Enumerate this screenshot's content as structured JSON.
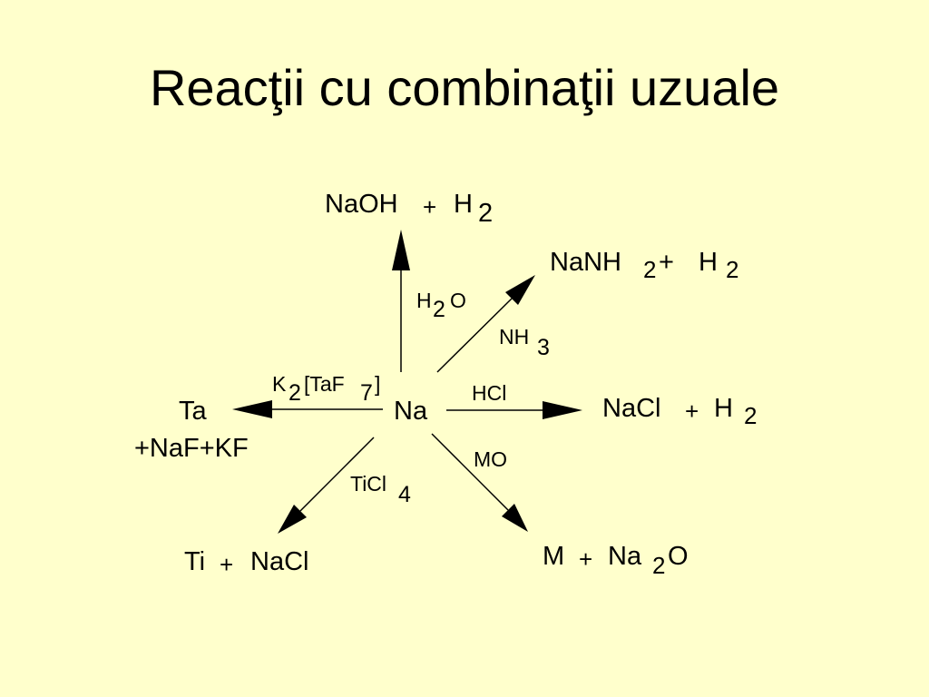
{
  "title": "Reacţii cu combinaţii uzuale",
  "diagram": {
    "center": "Na",
    "products": {
      "up": {
        "main": "NaOH",
        "plus": "+",
        "h": "H",
        "sub": "2"
      },
      "upright": {
        "main": "NaNH",
        "sub1": "2",
        "plus": "+",
        "h": "H",
        "sub2": "2"
      },
      "right": {
        "main": "NaCl",
        "plus": "+",
        "h": "H",
        "sub": "2"
      },
      "downright": {
        "m": "M",
        "plus": "+",
        "na": "Na",
        "sub": "2",
        "o": "O"
      },
      "downleft": {
        "ti": "Ti",
        "plus": "+",
        "nacl": "NaCl"
      },
      "left": {
        "line1": "Ta",
        "line2": "+NaF+KF"
      }
    },
    "reagents": {
      "up": {
        "h": "H",
        "sub": "2",
        "o": "O"
      },
      "upright": {
        "nh": "NH",
        "sub": "3"
      },
      "right": {
        "text": "HCl"
      },
      "downright": {
        "text": "MO"
      },
      "downleft": {
        "ticl": "TiCl",
        "sub": "4"
      },
      "left": {
        "k": "K",
        "sub1": "2",
        "mid": "[TaF",
        "sub2": "7",
        "end": "]"
      }
    }
  }
}
